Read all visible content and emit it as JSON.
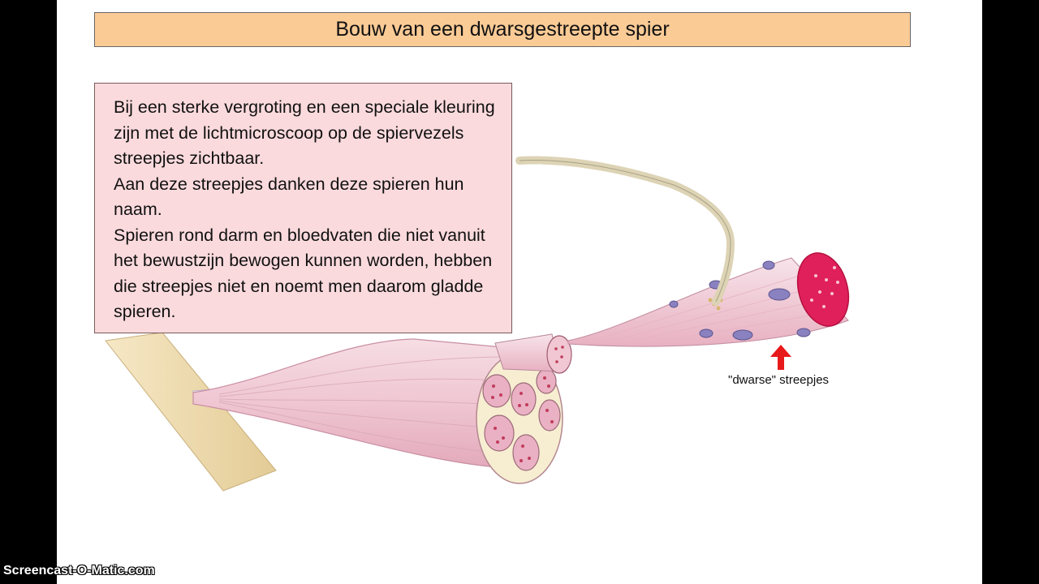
{
  "slide": {
    "title": "Bouw van een dwarsgestreepte spier",
    "paragraphs": [
      "Bij een sterke vergroting  en een speciale kleuring zijn met de lichtmicroscoop op de spiervezels streepjes zichtbaar.",
      "Aan deze streepjes danken deze spieren hun naam.",
      "Spieren rond darm en bloedvaten die niet vanuit het bewustzijn bewogen kunnen worden, hebben die streepjes niet en noemt men daarom gladde spieren."
    ]
  },
  "diagram": {
    "label": "\"dwarse\" streepjes",
    "arrow_color": "#e8191b"
  },
  "watermark": "Screencast-O-Matic.com",
  "colors": {
    "title_bg": "#fbcb96",
    "text_box_bg": "#fbdadd",
    "bone": "#f1deb2",
    "muscle": "#f0ccd6",
    "fiber_end": "#e0205a",
    "nucleus": "#8a82c0"
  }
}
